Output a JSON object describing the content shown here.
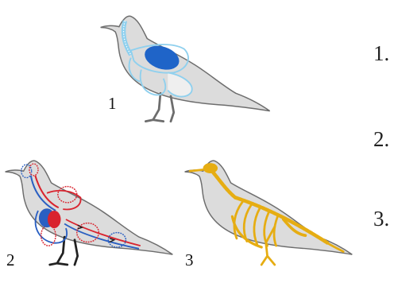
{
  "figures": [
    {
      "label": "1",
      "system": "respiratory"
    },
    {
      "label": "2",
      "system": "circulatory"
    },
    {
      "label": "3",
      "system": "skeletal"
    }
  ],
  "side_list": [
    "1.",
    "2.",
    "3."
  ],
  "colors": {
    "body_fill": "#dcdcdc",
    "outline": "#6d6d6d",
    "airway": "#8fd0ee",
    "lung_blue": "#1f64c8",
    "artery_red": "#d9232e",
    "vein_blue": "#2a5fc2",
    "bone": "#e6ad12"
  }
}
